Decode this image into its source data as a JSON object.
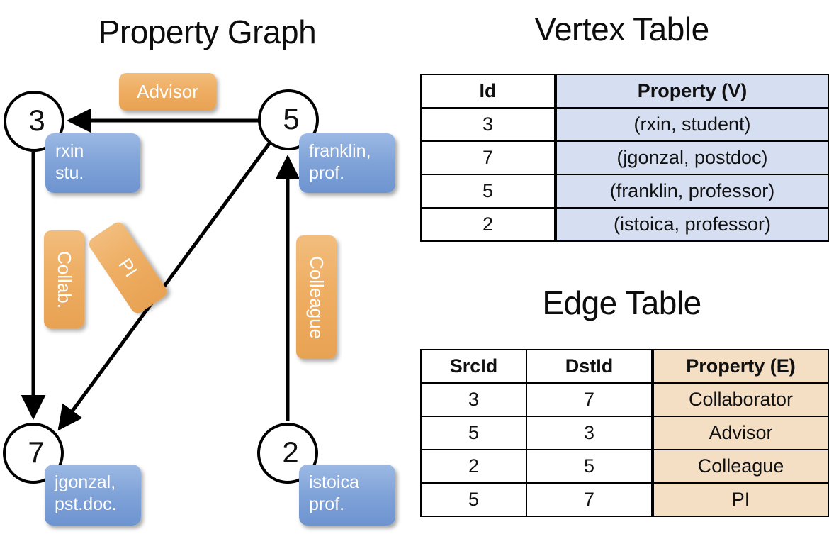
{
  "titles": {
    "property_graph": "Property Graph",
    "vertex_table": "Vertex Table",
    "edge_table": "Edge Table"
  },
  "graph": {
    "nodes": [
      {
        "id": "3",
        "label": "3",
        "property_lines": [
          "rxin",
          "stu."
        ]
      },
      {
        "id": "5",
        "label": "5",
        "property_lines": [
          "franklin,",
          "prof."
        ]
      },
      {
        "id": "7",
        "label": "7",
        "property_lines": [
          "jgonzal,",
          "pst.doc."
        ]
      },
      {
        "id": "2",
        "label": "2",
        "property_lines": [
          "istoica",
          "prof."
        ]
      }
    ],
    "edge_labels": {
      "advisor": "Advisor",
      "collab": "Collab.",
      "pi": "PI",
      "colleague": "Colleague"
    },
    "edges": [
      {
        "from": "5",
        "to": "3",
        "label": "Advisor"
      },
      {
        "from": "3",
        "to": "7",
        "label": "Collab."
      },
      {
        "from": "5",
        "to": "7",
        "label": "PI"
      },
      {
        "from": "2",
        "to": "5",
        "label": "Colleague"
      }
    ]
  },
  "vertex_table": {
    "headers": [
      "Id",
      "Property (V)"
    ],
    "rows": [
      {
        "id": "3",
        "property": "(rxin, student)"
      },
      {
        "id": "7",
        "property": "(jgonzal, postdoc)"
      },
      {
        "id": "5",
        "property": "(franklin, professor)"
      },
      {
        "id": "2",
        "property": "(istoica, professor)"
      }
    ]
  },
  "edge_table": {
    "headers": [
      "SrcId",
      "DstId",
      "Property (E)"
    ],
    "rows": [
      {
        "src": "3",
        "dst": "7",
        "property": "Collaborator"
      },
      {
        "src": "5",
        "dst": "3",
        "property": "Advisor"
      },
      {
        "src": "2",
        "dst": "5",
        "property": "Colleague"
      },
      {
        "src": "5",
        "dst": "7",
        "property": "PI"
      }
    ]
  },
  "colors": {
    "vertex_property_fill": "#d6dff1",
    "edge_property_fill": "#f4dfc5",
    "node_property_box": "#7fa2d8",
    "edge_label_box": "#eeae63",
    "stroke": "#000000"
  }
}
